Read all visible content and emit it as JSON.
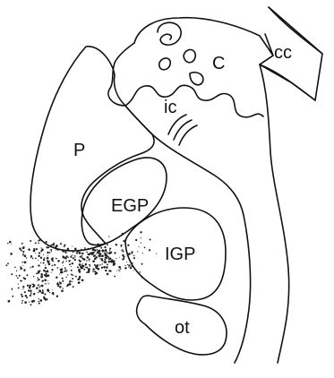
{
  "labels": {
    "caudate": "C",
    "corpus_callosum": "cc",
    "internal_capsule": "ic",
    "putamen": "P",
    "external_globus_pallidus": "EGP",
    "internal_globus_pallidus": "IGP",
    "optic_tract": "ot"
  },
  "colors": {
    "stroke": "#111111",
    "background": "#ffffff",
    "stipple": "#222222"
  }
}
